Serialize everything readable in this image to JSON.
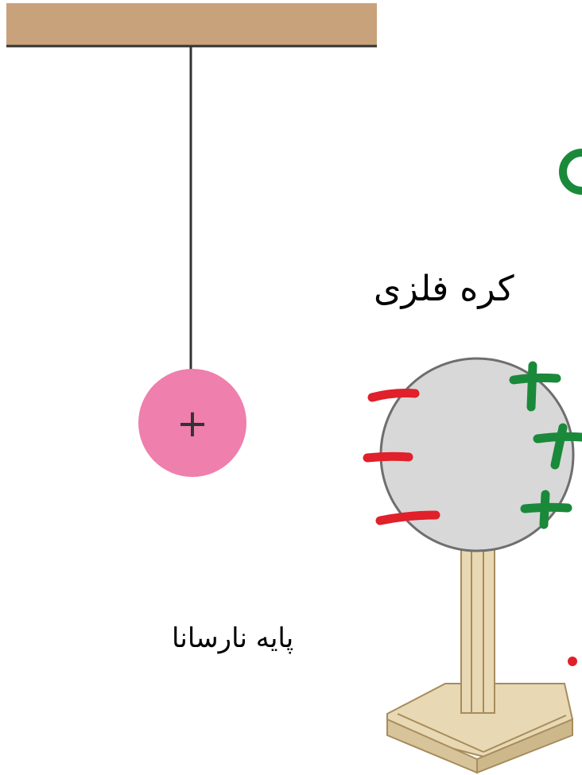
{
  "labels": {
    "metal_sphere": "کره فلزی",
    "insulating_stand": "پایه نارسانا"
  },
  "pendulum": {
    "charge_sign": "+"
  },
  "sphere": {
    "left_charge_sign": "−",
    "right_charge_sign": "+",
    "left_charge_count": 3,
    "right_charge_count": 3
  },
  "colors": {
    "ceiling": "#c8a27a",
    "pendulum_ball": "#ef7fad",
    "sphere_fill": "#d8d8d8",
    "stand_wood": "#e8d8b4",
    "negative_charge": "#e0202a",
    "positive_charge": "#1a8a3a",
    "ink": "#333333"
  }
}
